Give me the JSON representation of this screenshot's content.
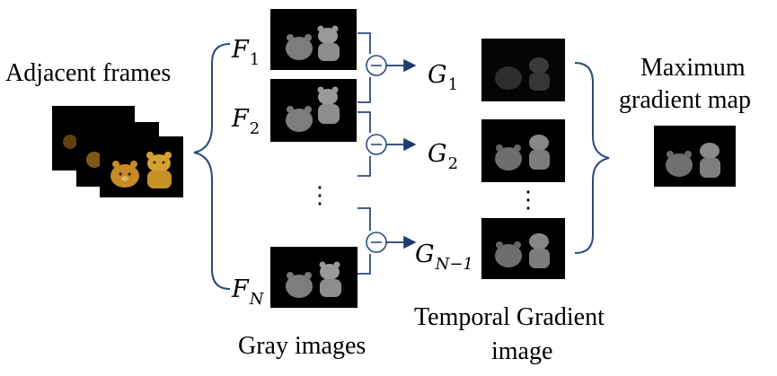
{
  "labels": {
    "adjacent_frames": "Adjacent frames",
    "gray_images": "Gray images",
    "temporal_gradient_line1": "Temporal Gradient",
    "temporal_gradient_line2": "image",
    "max_map_line1": "Maximum",
    "max_map_line2": "gradient map"
  },
  "frames": {
    "f1": {
      "letter": "F",
      "sub": "1"
    },
    "f2": {
      "letter": "F",
      "sub": "2"
    },
    "fn": {
      "letter": "F",
      "sub": "N"
    }
  },
  "gradients": {
    "g1": {
      "letter": "G",
      "sub": "1"
    },
    "g2": {
      "letter": "G",
      "sub": "2"
    },
    "gn1": {
      "letter": "G",
      "sub": "N−1"
    }
  },
  "operator_symbol": "−",
  "ellipsis": "⋮",
  "colors": {
    "bracket": "#2b4a7a",
    "arrow": "#1f3c6e",
    "bear_color": "#d99a2a",
    "image_bg": "#000000"
  }
}
